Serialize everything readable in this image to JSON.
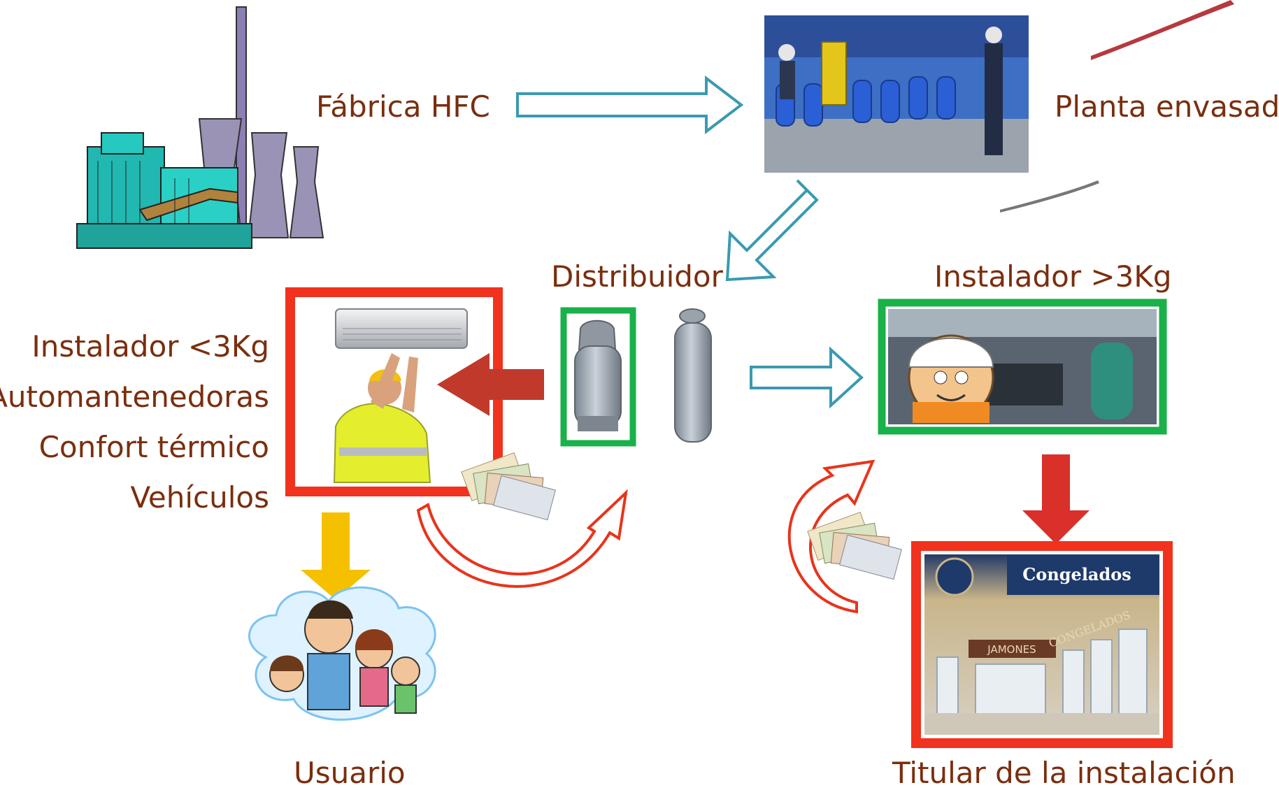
{
  "labels": {
    "fabrica": "Fábrica HFC",
    "planta": "Planta envasado",
    "distribuidor": "Distribuidor",
    "instalador_mayor": "Instalador >3Kg",
    "instalador_menor_lines": [
      "Instalador <3Kg",
      "Automantenedoras",
      "Confort térmico",
      "Vehículos"
    ],
    "usuario": "Usuario",
    "titular": "Titular de la instalación"
  },
  "images": {
    "supermarket_sign": "Congelados",
    "supermarket_aisle": "JAMONES",
    "supermarket_side": "CONGELADOS"
  },
  "colors": {
    "text": "#7a2e0e",
    "flow_arrow_outline": "#3a9ab0",
    "payment_arrow": "#e8341c",
    "red_frame": "#f0321e",
    "green_frame": "#19b14a",
    "down_red_arrow": "#d9302a",
    "left_red_arrow": "#c0392b",
    "yellow_arrow": "#f5c000"
  }
}
